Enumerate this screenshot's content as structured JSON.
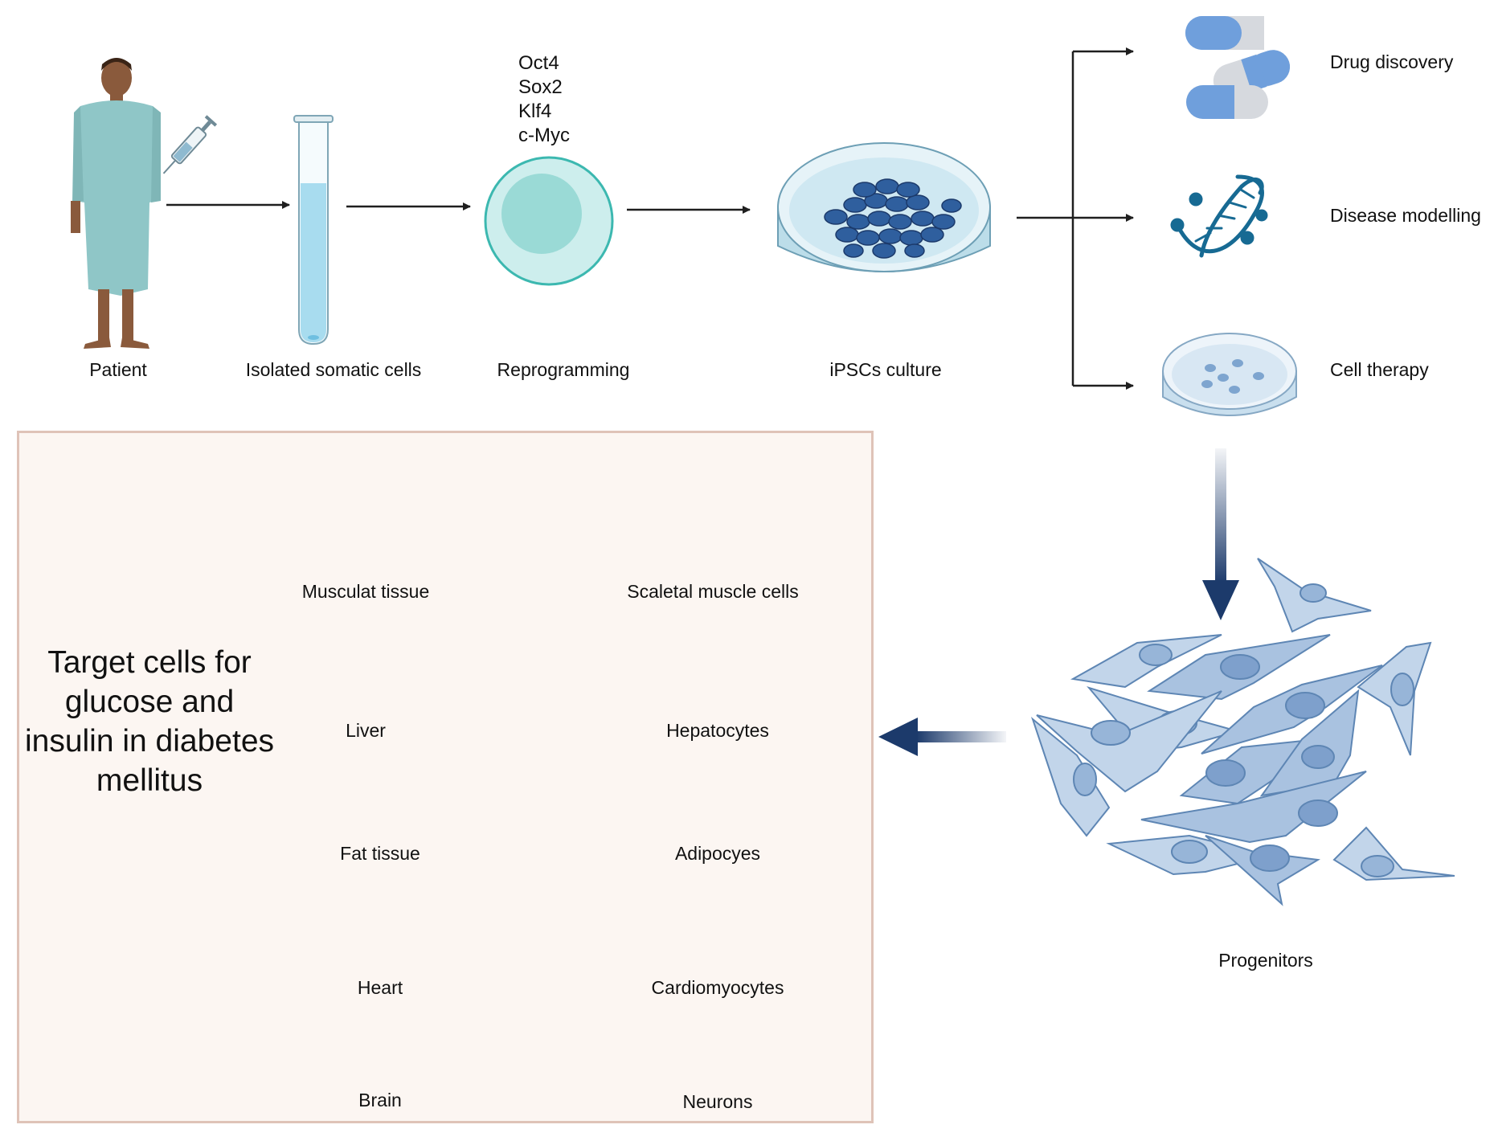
{
  "workflow": {
    "patient": "Patient",
    "isolated": "Isolated somatic cells",
    "factors": [
      "Oct4",
      "Sox2",
      "Klf4",
      "c-Myc"
    ],
    "reprogramming": "Reprogramming",
    "culture": "iPSCs culture"
  },
  "applications": {
    "drug": "Drug discovery",
    "disease": "Disease modelling",
    "therapy": "Cell therapy"
  },
  "progenitors": "Progenitors",
  "panel": {
    "title": "Target cells for glucose and insulin in diabetes mellitus",
    "rows": [
      {
        "tissue": "Musculat tissue",
        "cell": "Scaletal muscle cells"
      },
      {
        "tissue": "Liver",
        "cell": "Hepatocytes"
      },
      {
        "tissue": "Fat tissue",
        "cell": "Adipocyes"
      },
      {
        "tissue": "Heart",
        "cell": "Cardiomyocytes"
      },
      {
        "tissue": "Brain",
        "cell": "Neurons"
      }
    ]
  },
  "colors": {
    "arrow": "#1f1f1f",
    "navy": "#1c3a6b",
    "tube": "#a8dcef",
    "cyan": "#3cb8b0",
    "dish": "#cfe8f2",
    "ipsc": "#2f5f9e",
    "panel_bg": "#fcf6f2",
    "panel_border": "#dfc3b8"
  }
}
